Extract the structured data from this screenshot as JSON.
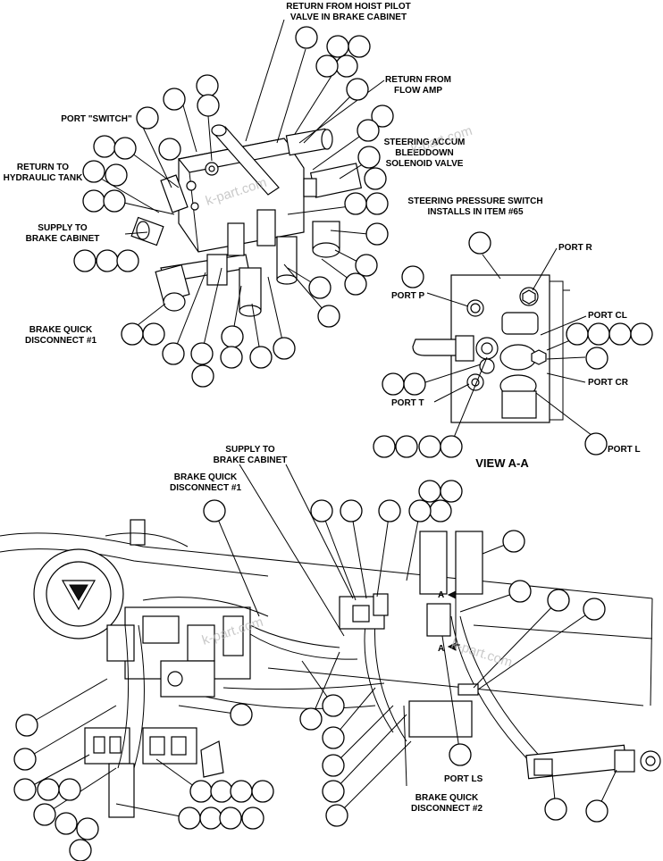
{
  "labels": {
    "return_hoist_1": "RETURN FROM HOIST PILOT",
    "return_hoist_2": "VALVE IN BRAKE CABINET",
    "return_flow_1": "RETURN FROM",
    "return_flow_2": "FLOW AMP",
    "port_switch": "PORT \"SWITCH\"",
    "steering_bleed_1": "STEERING ACCUM",
    "steering_bleed_2": "BLEEDDOWN",
    "steering_bleed_3": "SOLENOID VALVE",
    "return_tank_1": "RETURN TO",
    "return_tank_2": "HYDRAULIC TANK",
    "steering_switch_1": "STEERING PRESSURE SWITCH",
    "steering_switch_2": "INSTALLS IN ITEM #65",
    "supply_brake_1": "SUPPLY TO",
    "supply_brake_2": "BRAKE CABINET",
    "brake_qd1_1": "BRAKE QUICK",
    "brake_qd1_2": "DISCONNECT #1",
    "port_r": "PORT R",
    "port_p": "PORT P",
    "port_cl": "PORT CL",
    "port_cr": "PORT CR",
    "port_t": "PORT T",
    "port_l": "PORT L",
    "view_aa": "VIEW A-A",
    "supply_brake_b1": "SUPPLY TO",
    "supply_brake_b2": "BRAKE CABINET",
    "brake_qd1_b1": "BRAKE QUICK",
    "brake_qd1_b2": "DISCONNECT #1",
    "section_a_top": "A",
    "section_a_bottom": "A",
    "port_ls": "PORT LS",
    "brake_qd2_1": "BRAKE QUICK",
    "brake_qd2_2": "DISCONNECT #2"
  },
  "watermarks": [
    "k-part.com",
    "k-part.com",
    "k-part.com",
    "k-part.com"
  ]
}
